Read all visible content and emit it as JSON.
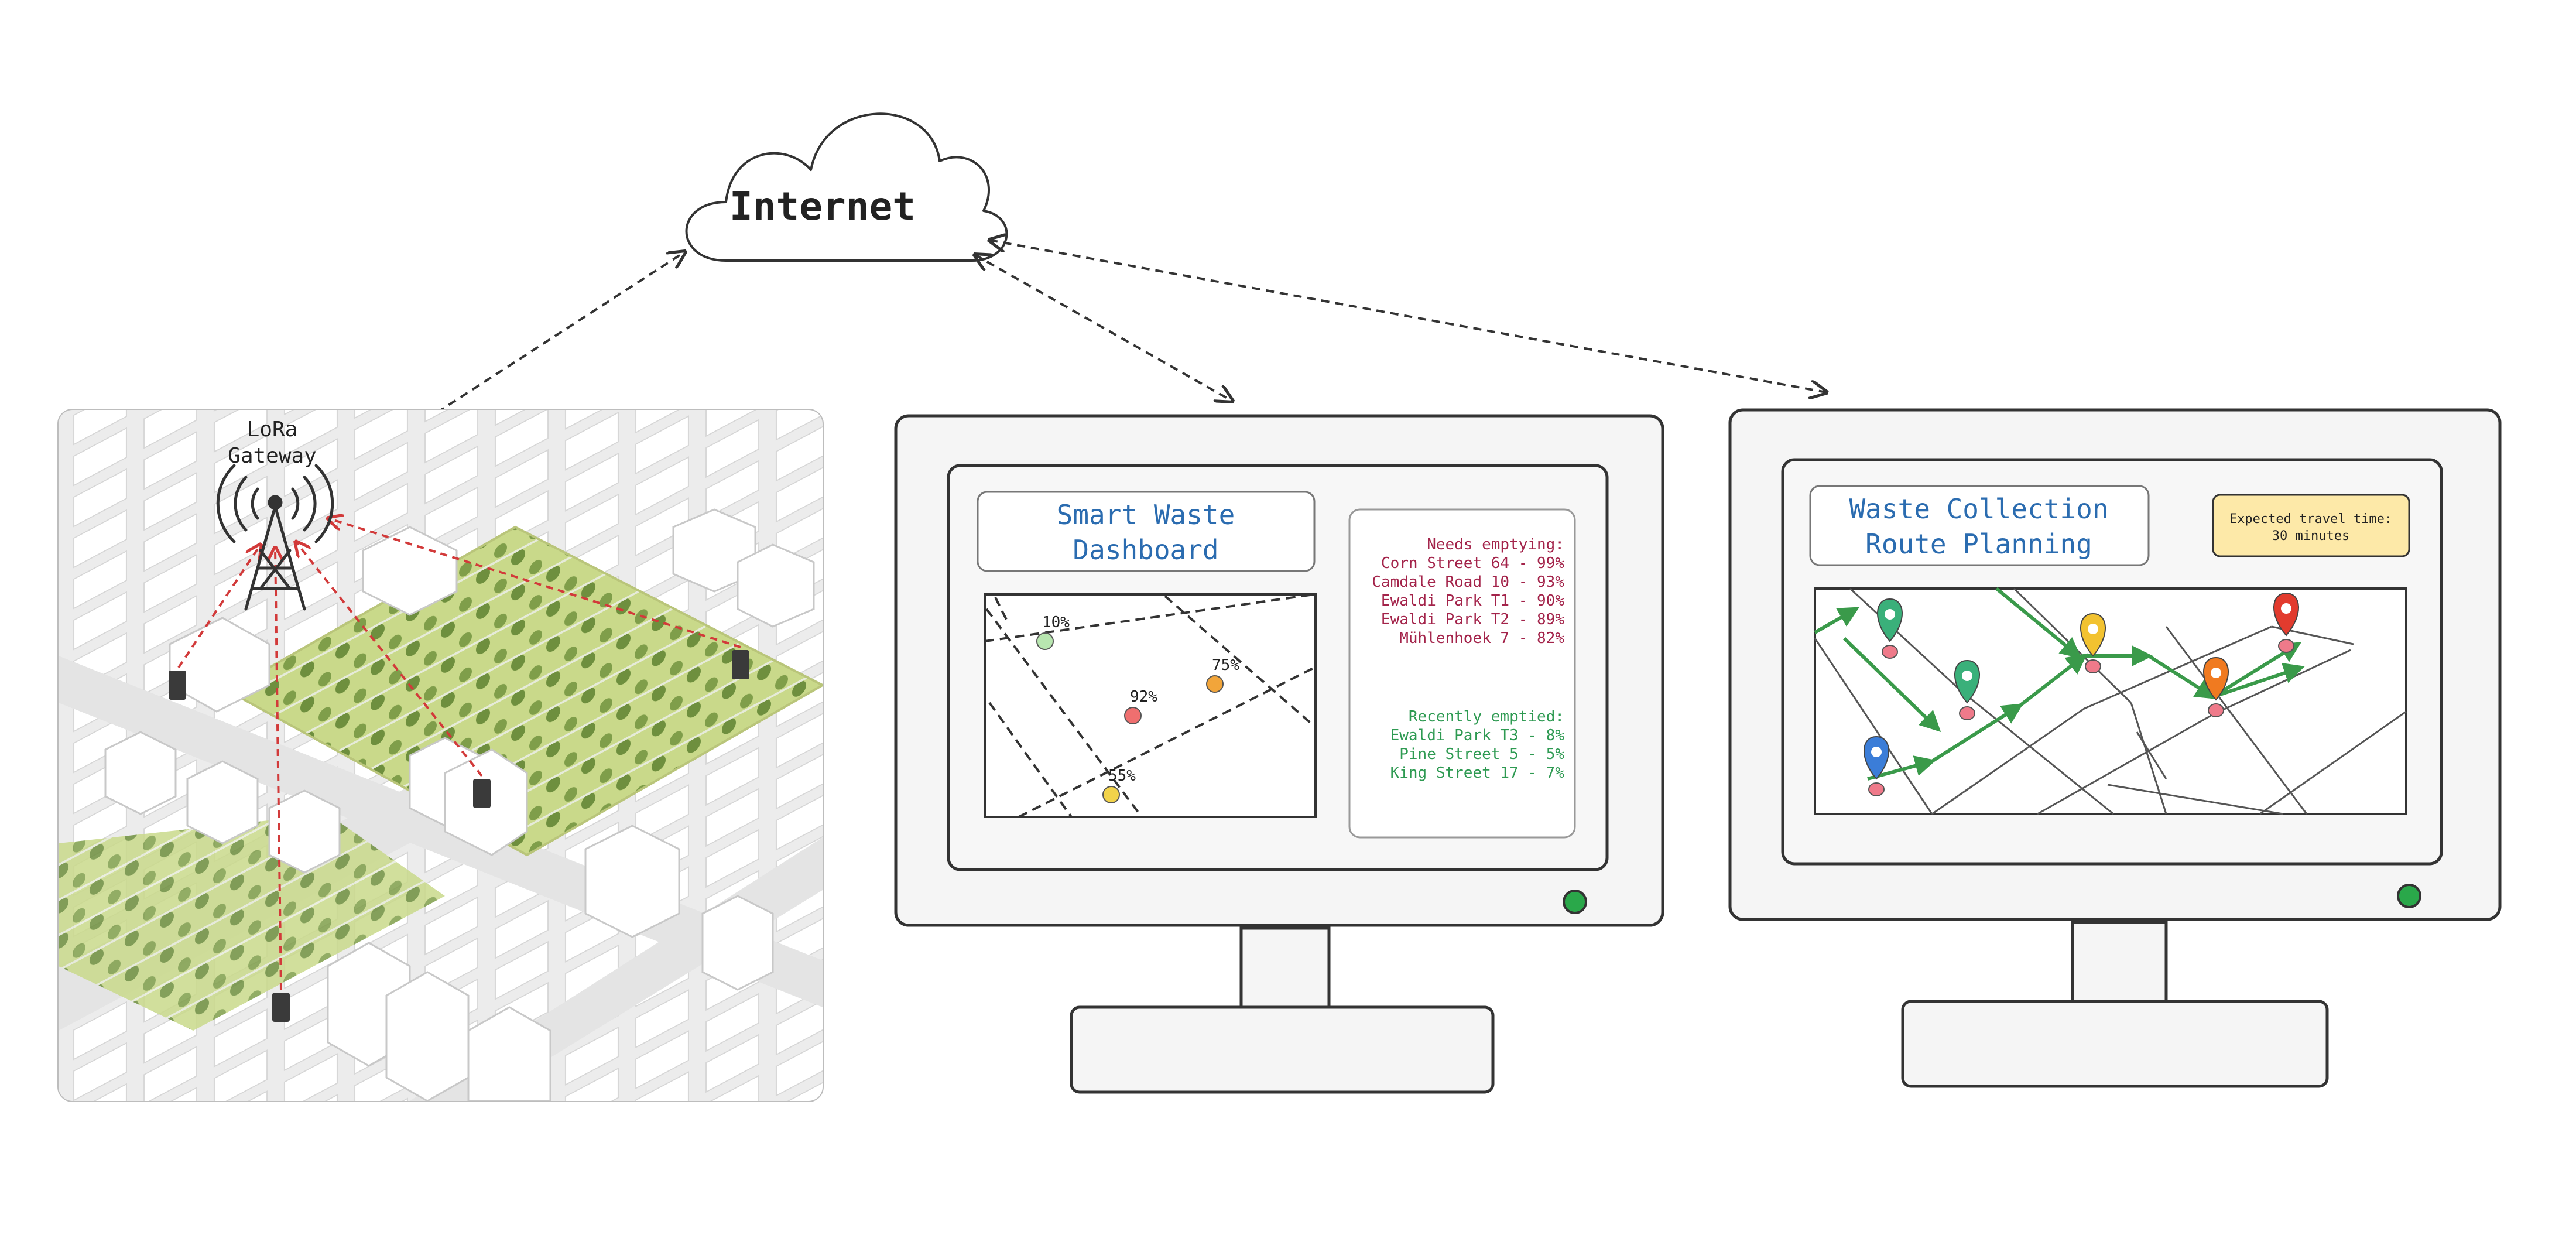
{
  "internet": {
    "label": "Internet"
  },
  "gateway": {
    "label_line1": "LoRa",
    "label_line2": "Gateway"
  },
  "dashboard": {
    "title_line1": "Smart Waste",
    "title_line2": "Dashboard",
    "map_bins": [
      {
        "fill": "10%",
        "color": "#b8e6b0"
      },
      {
        "fill": "92%",
        "color": "#ef6f6f"
      },
      {
        "fill": "75%",
        "color": "#f2a53a"
      },
      {
        "fill": "55%",
        "color": "#f2d34a"
      }
    ],
    "needs_heading": "Needs emptying:",
    "needs_items": [
      "Corn Street 64 - 99%",
      "Camdale Road  10 - 93%",
      "Ewaldi Park T1 - 90%",
      "Ewaldi Park T2 - 89%",
      "Mühlenhoek 7 - 82%"
    ],
    "emptied_heading": "Recently emptied:",
    "emptied_items": [
      "Ewaldi Park T3 - 8%",
      "Pine Street 5 - 5%",
      "King Street 17 - 7%"
    ],
    "needs_color": "#a3234a",
    "emptied_color": "#2e9a52"
  },
  "route": {
    "title_line1": "Waste Collection",
    "title_line2": "Route Planning",
    "travel_line1": "Expected travel time:",
    "travel_line2": "30 minutes",
    "pin_colors": [
      "#3b7dd8",
      "#3ab07a",
      "#3ab07a",
      "#f2c230",
      "#f07a20",
      "#e23b2e"
    ],
    "route_color": "#3a9a4a"
  },
  "colors": {
    "title_blue": "#2b6cb0",
    "red_link": "#d23a3a",
    "power_led": "#2aa84a",
    "travel_bg": "#fde9a8"
  }
}
